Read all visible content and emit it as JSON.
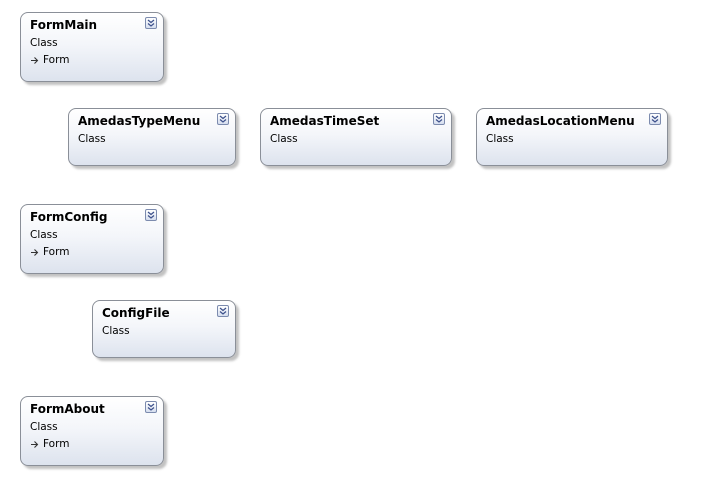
{
  "classes": [
    {
      "name": "FormMain",
      "stereotype": "Class",
      "base": "Form"
    },
    {
      "name": "AmedasTypeMenu",
      "stereotype": "Class"
    },
    {
      "name": "AmedasTimeSet",
      "stereotype": "Class"
    },
    {
      "name": "AmedasLocationMenu",
      "stereotype": "Class"
    },
    {
      "name": "FormConfig",
      "stereotype": "Class",
      "base": "Form"
    },
    {
      "name": "ConfigFile",
      "stereotype": "Class"
    },
    {
      "name": "FormAbout",
      "stereotype": "Class",
      "base": "Form"
    }
  ],
  "icons": {
    "expander": "double-chevron-down-icon",
    "inheritance": "inheritance-arrow-icon"
  },
  "colors": {
    "border": "#8a8f98",
    "gradient_top": "#ffffff",
    "gradient_bottom": "#dde3ee",
    "expander_border": "#7c8bae",
    "chevron": "#3b4f8a"
  }
}
